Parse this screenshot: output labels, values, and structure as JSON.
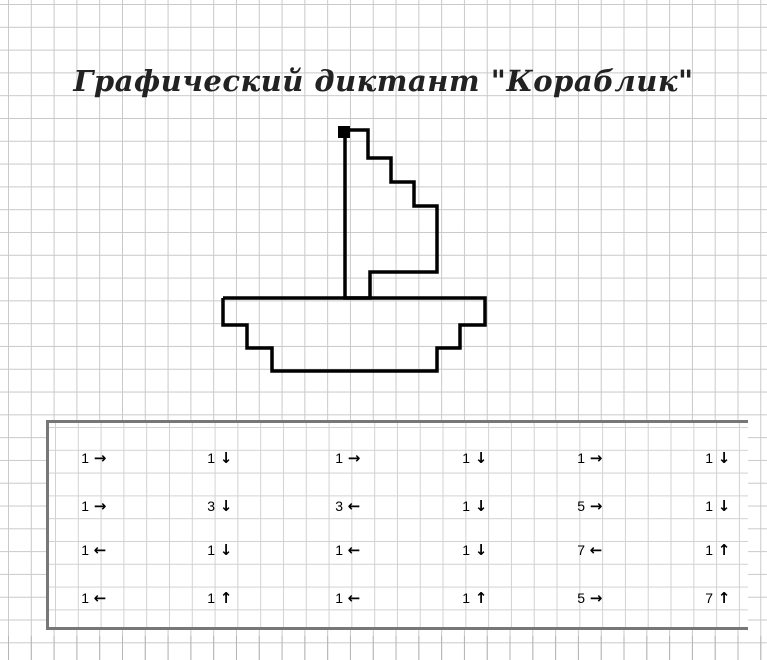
{
  "title": "Графический диктант \"Кораблик\"",
  "rows": [
    [
      {
        "num": "1",
        "arrow": "→"
      },
      {
        "num": "1",
        "arrow": "↓"
      },
      {
        "num": "1",
        "arrow": "→"
      },
      {
        "num": "1",
        "arrow": "↓"
      },
      {
        "num": "1",
        "arrow": "→"
      },
      {
        "num": "1",
        "arrow": "↓"
      }
    ],
    [
      {
        "num": "1",
        "arrow": "→"
      },
      {
        "num": "3",
        "arrow": "↓"
      },
      {
        "num": "3",
        "arrow": "←"
      },
      {
        "num": "1",
        "arrow": "↓"
      },
      {
        "num": "5",
        "arrow": "→"
      },
      {
        "num": "1",
        "arrow": "↓"
      }
    ],
    [
      {
        "num": "1",
        "arrow": "←"
      },
      {
        "num": "1",
        "arrow": "↓"
      },
      {
        "num": "1",
        "arrow": "←"
      },
      {
        "num": "1",
        "arrow": "↓"
      },
      {
        "num": "7",
        "arrow": "←"
      },
      {
        "num": "1",
        "arrow": "↑"
      }
    ],
    [
      {
        "num": "1",
        "arrow": "←"
      },
      {
        "num": "1",
        "arrow": "↑"
      },
      {
        "num": "1",
        "arrow": "←"
      },
      {
        "num": "1",
        "arrow": "↑"
      },
      {
        "num": "5",
        "arrow": "→"
      },
      {
        "num": "7",
        "arrow": "↑"
      }
    ]
  ],
  "colors": {
    "grid": "#c9c9c9",
    "stroke": "#000000",
    "panel_border": "#777777"
  }
}
